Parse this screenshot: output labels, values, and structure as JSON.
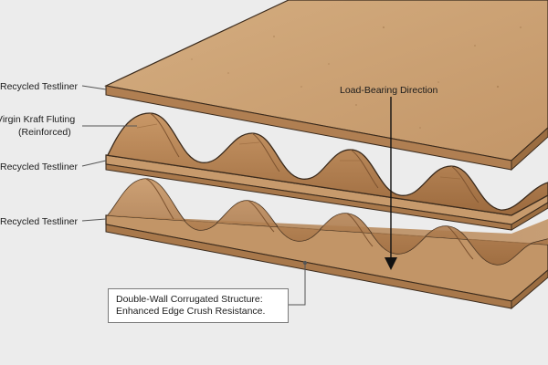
{
  "labels": {
    "top_liner": "Recycled Testliner",
    "fluting_line1": "Virgin Kraft Fluting",
    "fluting_line2": "(Reinforced)",
    "middle_liner": "Recycled Testliner",
    "bottom_liner": "Recycled Testliner",
    "load_direction": "Load-Bearing Direction"
  },
  "caption": {
    "line1": "Double-Wall Corrugated Structure:",
    "line2": "Enhanced Edge Crush Resistance."
  },
  "colors": {
    "background": "#ececec",
    "liner_top": "#c89f72",
    "liner_edge": "#b5865a",
    "fluting": "#b88558",
    "fluting_shadow": "#8f6036",
    "outline": "#3a2a1c",
    "leader_line": "#555555"
  }
}
